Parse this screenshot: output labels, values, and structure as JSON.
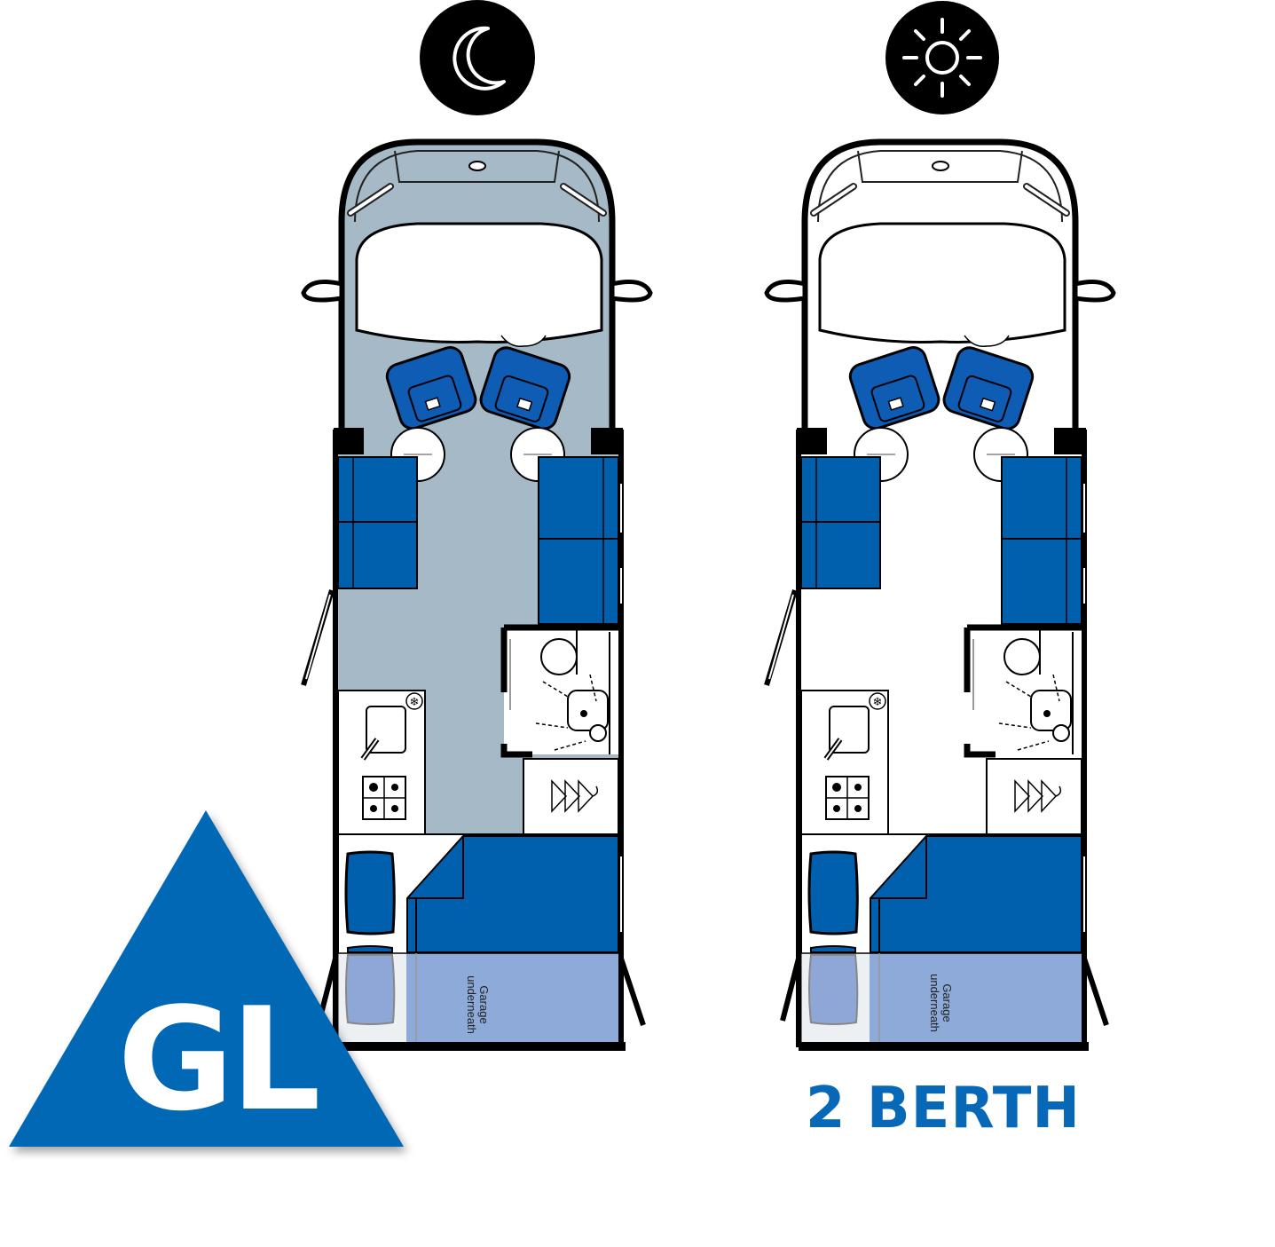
{
  "colors": {
    "blue": "#0060ad",
    "floor_night": "#a6b9c6",
    "floor_day": "#ffffff",
    "garage": "#8eaad8",
    "badge": "#0068b5"
  },
  "layouts": [
    {
      "mode": "night",
      "icon": "moon-icon",
      "garage_label_line1": "Garage",
      "garage_label_line2": "underneath"
    },
    {
      "mode": "day",
      "icon": "sun-icon",
      "garage_label_line1": "Garage",
      "garage_label_line2": "underneath"
    }
  ],
  "badge": {
    "text": "GL"
  },
  "berth_label": "2 BERTH"
}
